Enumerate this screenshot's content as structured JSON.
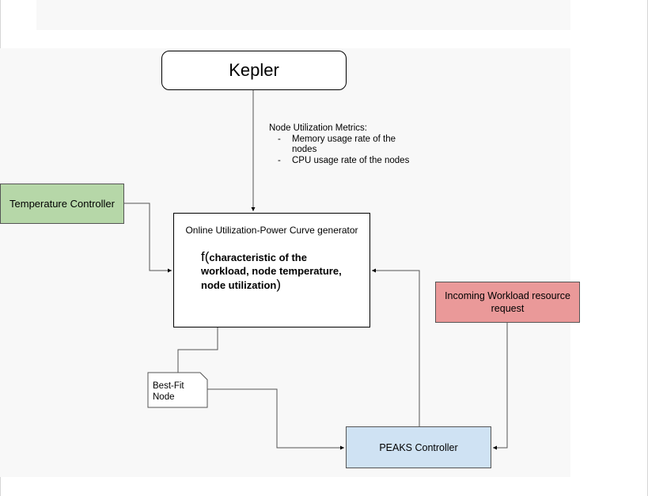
{
  "diagram": {
    "kepler": "Kepler",
    "metrics": {
      "title": "Node Utilization Metrics:",
      "items": [
        "Memory usage rate of the nodes",
        "CPU usage rate of the nodes"
      ]
    },
    "temperature_controller": "Temperature Controller",
    "generator_title": "Online Utilization-Power Curve generator",
    "function": {
      "symbol": "f",
      "open_paren": "(",
      "args": "characteristic of the workload, node temperature, node utilization",
      "close_paren": ")"
    },
    "incoming_workload": "Incoming Workload resource request",
    "best_fit_node": "Best-Fit Node",
    "peaks_controller": "PEAKS Controller"
  },
  "colors": {
    "temperature_fill": "#b6d7a8",
    "incoming_fill": "#ea9999",
    "peaks_fill": "#cfe2f3",
    "function_fill": "#ffe599"
  }
}
